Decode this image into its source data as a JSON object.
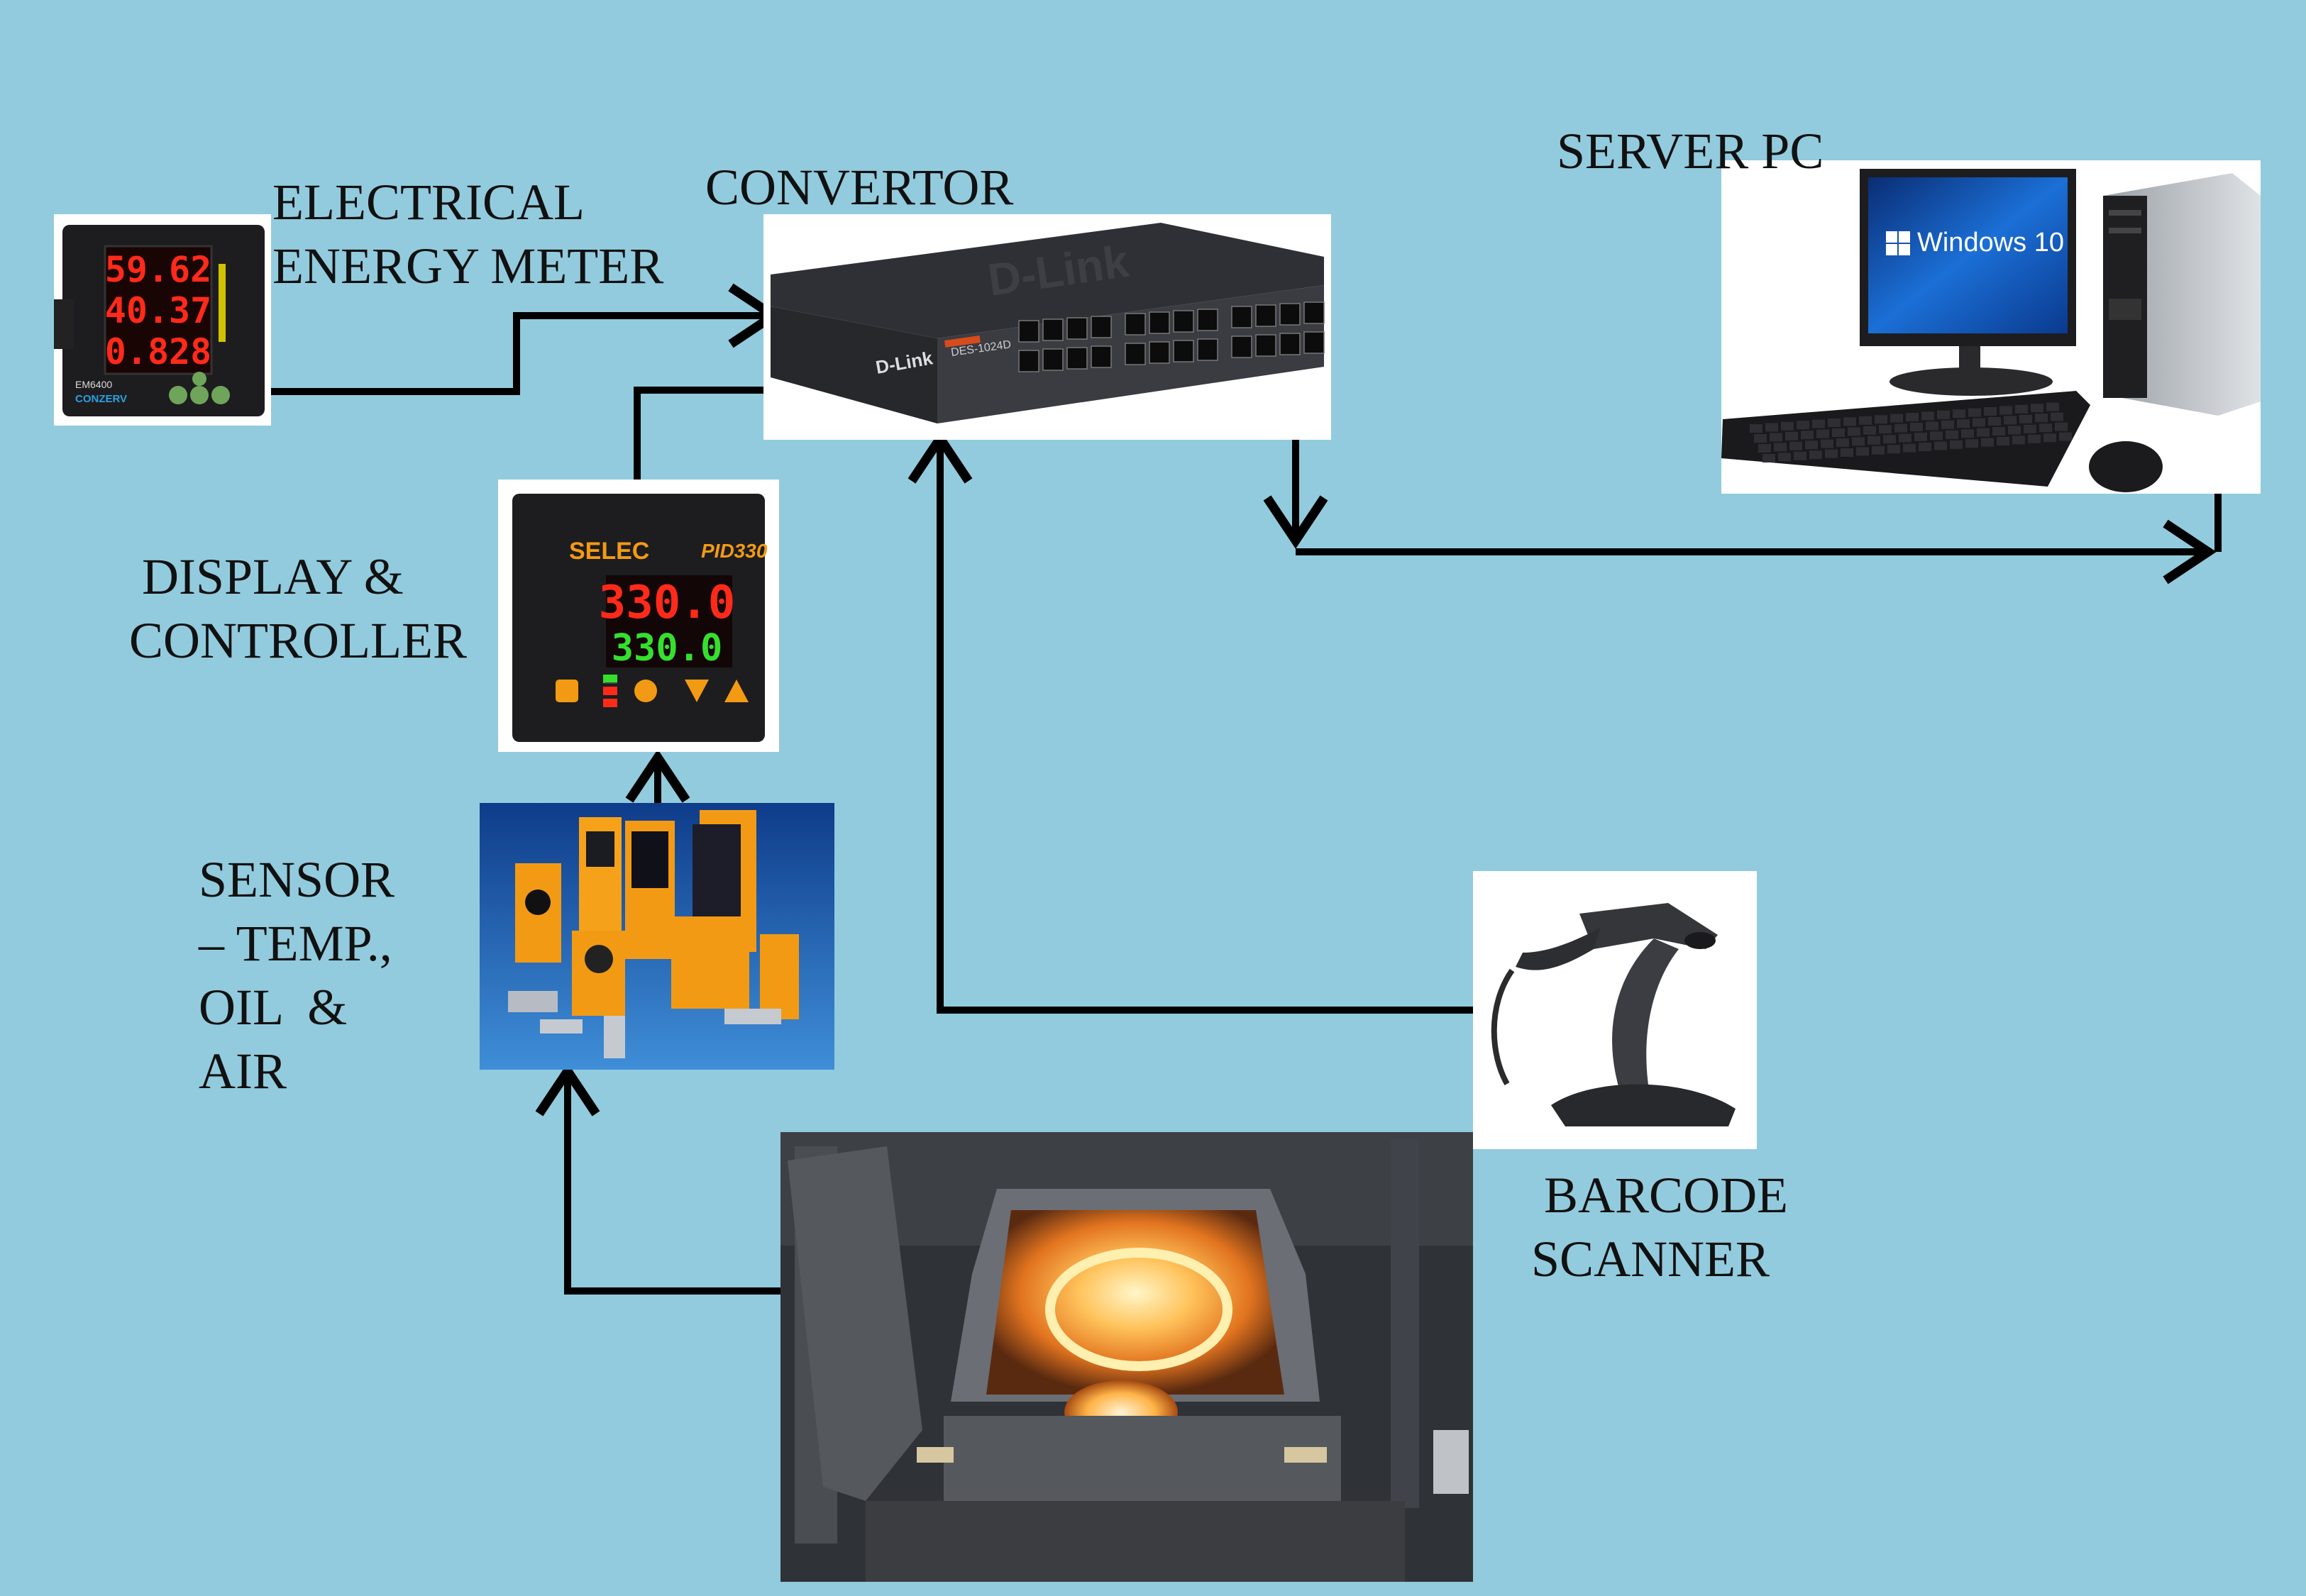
{
  "labels": {
    "energy_meter": [
      "ELECTRICAL",
      "ENERGY METER"
    ],
    "convertor": "CONVERTOR",
    "server_pc": "SERVER PC",
    "display_controller": [
      "DISPLAY &",
      "CONTROLLER"
    ],
    "sensor": [
      "SENSOR",
      "– TEMP.,",
      "OIL  &",
      "AIR"
    ],
    "barcode_scanner": [
      "BARCODE",
      "SCANNER"
    ]
  },
  "devices": {
    "energy_meter": {
      "readings": [
        "59.62",
        "40.37",
        "0.828"
      ],
      "model": "EM6400",
      "brand": "CONZERV",
      "icon": "energy-meter-icon"
    },
    "convertor": {
      "brand": "D-Link",
      "model": "DES-1024D",
      "icon": "network-switch-icon"
    },
    "server_pc": {
      "screen_text": "Windows 10",
      "icon": "desktop-pc-icon"
    },
    "controller": {
      "brand": "SELEC",
      "model": "PID330",
      "pv": "330.0",
      "sv": "330.0",
      "icon": "pid-controller-icon"
    },
    "sensor": {
      "icon": "industrial-sensors-icon"
    },
    "barcode_scanner": {
      "icon": "barcode-scanner-icon"
    },
    "furnace": {
      "icon": "induction-furnace-icon"
    }
  },
  "colors": {
    "background": "#92cbdd",
    "wire": "#000000",
    "display_red": "#ff2a1a",
    "display_green": "#35e02c",
    "accent_orange": "#f39a14"
  }
}
